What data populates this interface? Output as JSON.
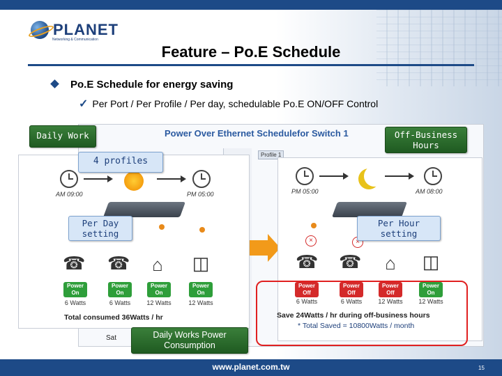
{
  "header": {
    "logo_text": "PLANET",
    "logo_sub": "Networking & Communication",
    "title": "Feature – Po.E Schedule"
  },
  "bullets": {
    "main": "Po.E Schedule for energy saving",
    "sub": "Per Port / Per Profile / Per day, schedulable Po.E ON/OFF Control"
  },
  "schedule_window": {
    "title": "Power Over Ethernet Schedulefor Switch 1",
    "profile_tab": "Profile 1",
    "sat_label": "Sat"
  },
  "callouts": {
    "daily_work": "Daily Work",
    "off_business": "Off-Business Hours",
    "profiles": "4 profiles",
    "per_day": "Per Day setting",
    "per_hour": "Per Hour setting",
    "daily_works": "Daily Works Power Consumption"
  },
  "left_scene": {
    "start_time": "AM 09:00",
    "end_time": "PM 05:00",
    "devices": [
      {
        "icon": "phone-icon",
        "status": "Power On",
        "watts": "6 Watts"
      },
      {
        "icon": "phone-icon",
        "status": "Power On",
        "watts": "6 Watts"
      },
      {
        "icon": "access-point-icon",
        "status": "Power On",
        "watts": "12 Watts"
      },
      {
        "icon": "camera-icon",
        "status": "Power On",
        "watts": "12 Watts"
      }
    ],
    "total": "Total consumed 36Watts / hr"
  },
  "right_scene": {
    "start_time": "PM 05:00",
    "end_time": "AM 08:00",
    "devices": [
      {
        "icon": "phone-icon",
        "status": "Power Off",
        "watts": "6 Watts"
      },
      {
        "icon": "phone-icon",
        "status": "Power Off",
        "watts": "6 Watts"
      },
      {
        "icon": "access-point-icon",
        "status": "Power Off",
        "watts": "12 Watts"
      },
      {
        "icon": "camera-icon",
        "status": "Power On",
        "watts": "12 Watts"
      }
    ],
    "save_line1": "Save 24Watts / hr during off-business hours",
    "save_line2": "* Total Saved = 10800Watts / month"
  },
  "footer": {
    "url": "www.planet.com.tw",
    "page": "15"
  },
  "colors": {
    "brand": "#1d4a87",
    "callout_green": "#2e6b2f",
    "power_on": "#2e9e3a",
    "power_off": "#d42a2a",
    "arrow": "#f29a1a"
  }
}
